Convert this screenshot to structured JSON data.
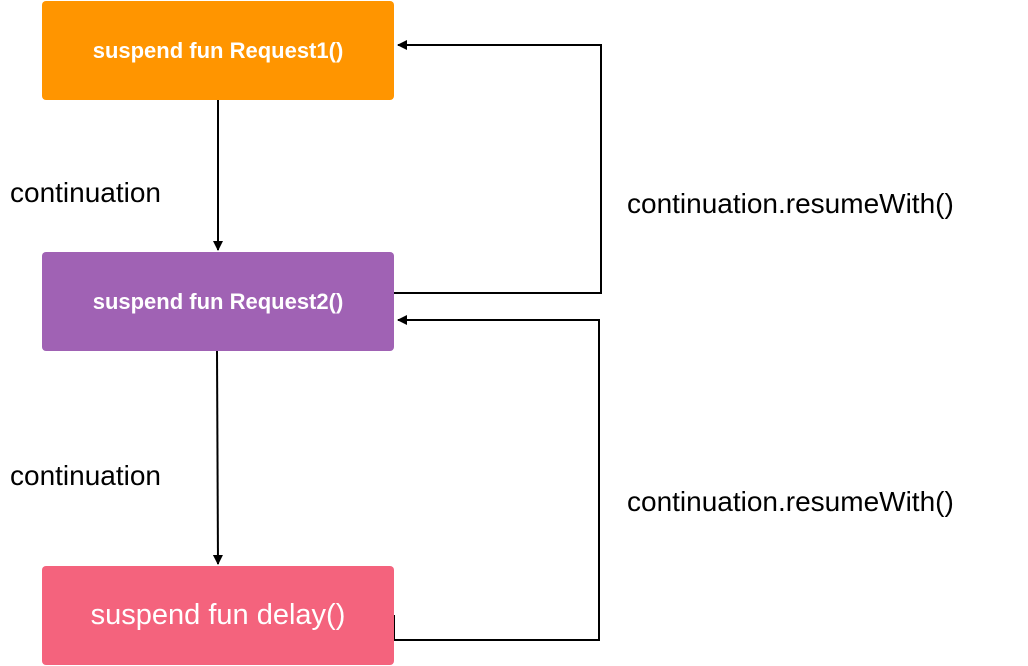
{
  "nodes": {
    "request1": {
      "label": "suspend fun Request1()",
      "color": "#FF9500"
    },
    "request2": {
      "label": "suspend fun Request2()",
      "color": "#A062B4"
    },
    "delay": {
      "label": "suspend fun delay()",
      "color": "#F4637D"
    }
  },
  "edges": {
    "continuation_1": "continuation",
    "continuation_2": "continuation",
    "resume_1": "continuation.resumeWith()",
    "resume_2": "continuation.resumeWith()"
  },
  "colors": {
    "line": "#000000",
    "background": "#FFFFFF"
  }
}
